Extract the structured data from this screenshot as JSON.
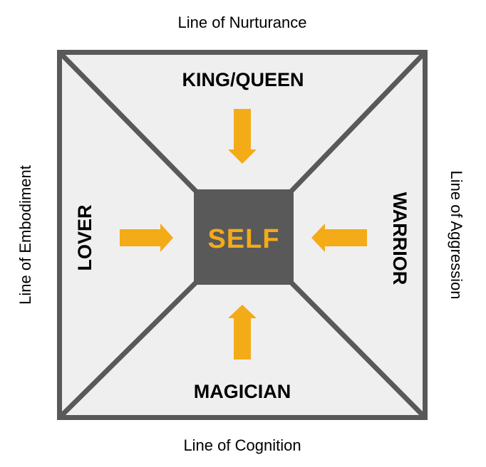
{
  "diagram": {
    "type": "quadrant-cross-diagram",
    "axis_labels": {
      "top": "Line of Nurturance",
      "right": "Line of Aggression",
      "bottom": "Line of Cognition",
      "left": "Line of Embodiment"
    },
    "quadrants": {
      "top": "KING/QUEEN",
      "right": "WARRIOR",
      "bottom": "MAGICIAN",
      "left": "LOVER"
    },
    "center_label": "SELF",
    "arrows": [
      {
        "icon": "arrow-down-icon",
        "direction": "down",
        "from_quadrant": "top"
      },
      {
        "icon": "arrow-right-icon",
        "direction": "right",
        "from_quadrant": "left"
      },
      {
        "icon": "arrow-left-icon",
        "direction": "left",
        "from_quadrant": "right"
      },
      {
        "icon": "arrow-up-icon",
        "direction": "up",
        "from_quadrant": "bottom"
      }
    ],
    "colors": {
      "accent_orange": "#F4AB18",
      "dark_gray": "#595959",
      "panel_gray": "#EFEFEF",
      "label_black": "#000000",
      "background_white": "#FFFFFF"
    }
  }
}
